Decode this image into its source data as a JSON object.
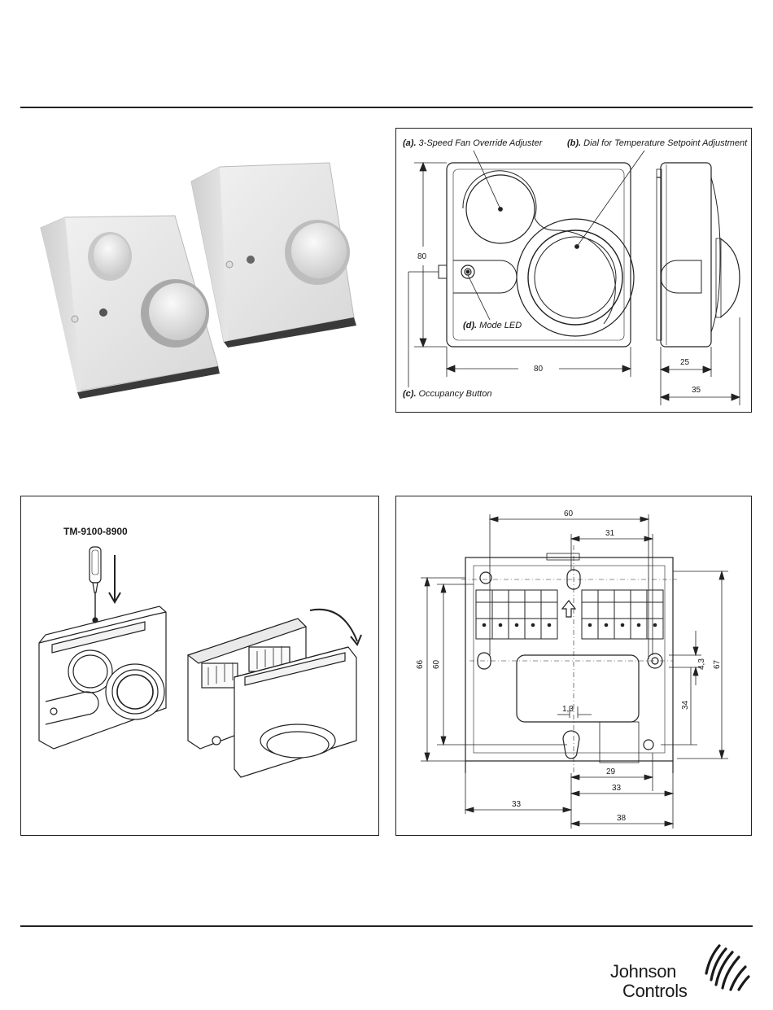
{
  "front_view": {
    "label_a_prefix": "(a).",
    "label_a_text": " 3-Speed Fan Override Adjuster",
    "label_b_prefix": "(b).",
    "label_b_text": " Dial for Temperature Setpoint Adjustment",
    "label_c_prefix": "(c).",
    "label_c_text": " Occupancy Button",
    "label_d_prefix": "(d).",
    "label_d_text": " Mode LED",
    "dim_height": "80",
    "dim_width": "80",
    "dim_depth_inner": "25",
    "dim_depth_outer": "35"
  },
  "removal": {
    "tool_label": "TM-9100-8900"
  },
  "back_view": {
    "dims": {
      "d60_top": "60",
      "d31": "31",
      "d66": "66",
      "d60_left": "60",
      "d67": "67",
      "d4_3": "4,3",
      "d34": "34",
      "d1_3": "1,3",
      "d29": "29",
      "d33_right": "33",
      "d33_left": "33",
      "d38": "38"
    }
  },
  "footer": {
    "logo_line1": "Johnson",
    "logo_line2": "Controls"
  }
}
